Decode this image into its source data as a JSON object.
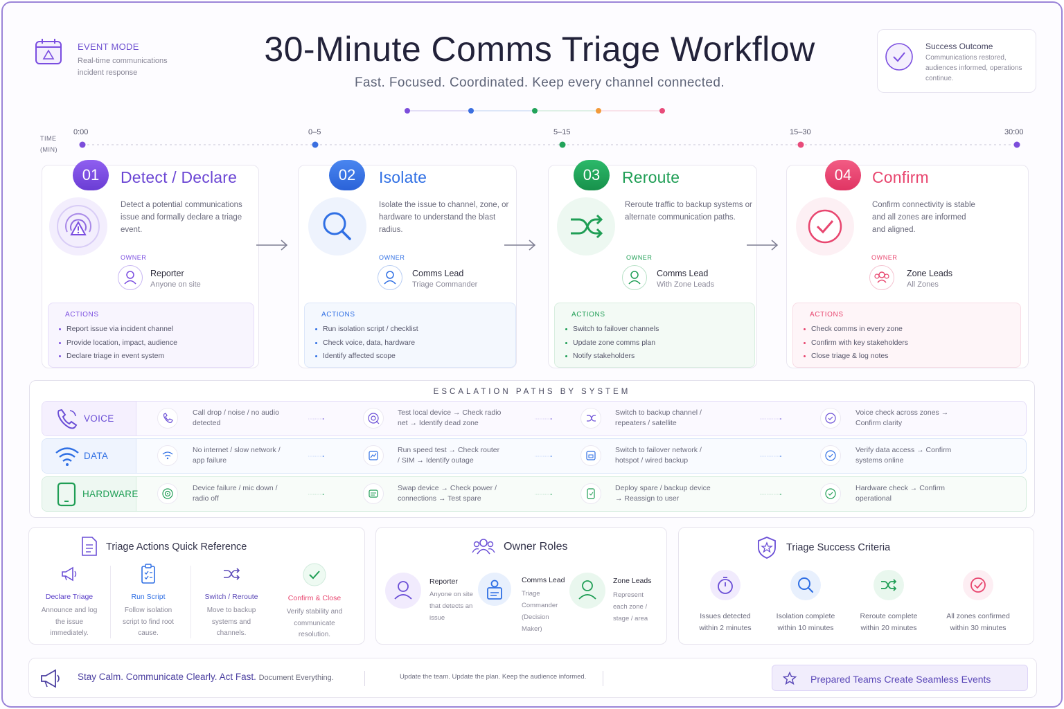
{
  "header": {
    "event_mode_title": "EVENT MODE",
    "event_mode_desc": "Real-time communications incident response",
    "title": "30-Minute Comms Triage Workflow",
    "subtitle": "Fast. Focused. Coordinated. Keep every channel connected.",
    "success_title": "Success Outcome",
    "success_desc": "Communications restored, audiences informed, operations continue.",
    "dot_colors": [
      "#7c4ddb",
      "#3b6fe0",
      "#22a35a",
      "#f29a3a",
      "#e84b7a"
    ]
  },
  "timeline": {
    "label_line1": "TIME",
    "label_line2": "(MIN)",
    "ticks": [
      "0:00",
      "0–5",
      "5–15",
      "15–30",
      "30:00"
    ]
  },
  "phases": [
    {
      "number": "01",
      "title": "Detect / Declare",
      "color": "#7a4de0",
      "desc": "Detect a potential communications issue and formally declare a triage event.",
      "icon": "alert-broadcast-icon",
      "owner_heading": "OWNER",
      "owner_name": "Reporter",
      "owner_sub": "Anyone on site",
      "actions_heading": "ACTIONS",
      "actions": [
        "Report issue via incident channel",
        "Provide location, impact, audience",
        "Declare triage in event system"
      ]
    },
    {
      "number": "02",
      "title": "Isolate",
      "color": "#2f6fe4",
      "desc": "Isolate the issue to channel, zone, or hardware to understand the blast radius.",
      "icon": "search-icon",
      "owner_heading": "OWNER",
      "owner_name": "Comms Lead",
      "owner_sub": "Triage Commander",
      "actions_heading": "ACTIONS",
      "actions": [
        "Run isolation script / checklist",
        "Check voice, data, hardware",
        "Identify affected scope"
      ]
    },
    {
      "number": "03",
      "title": "Reroute",
      "color": "#1f9e55",
      "desc": "Reroute traffic to backup systems or alternate communication paths.",
      "icon": "shuffle-icon",
      "owner_heading": "OWNER",
      "owner_name": "Comms Lead",
      "owner_sub": "With Zone Leads",
      "actions_heading": "ACTIONS",
      "actions": [
        "Switch to failover channels",
        "Update zone comms plan",
        "Notify stakeholders"
      ]
    },
    {
      "number": "04",
      "title": "Confirm",
      "color": "#e8466f",
      "desc": "Confirm connectivity is stable and all zones are informed and aligned.",
      "icon": "check-circle-icon",
      "owner_heading": "OWNER",
      "owner_name": "Zone Leads",
      "owner_sub": "All Zones",
      "actions_heading": "ACTIONS",
      "actions": [
        "Check comms in every zone",
        "Confirm with key stakeholders",
        "Close triage & log notes"
      ]
    }
  ],
  "escalation": {
    "title": "ESCALATION PATHS BY SYSTEM",
    "rows": [
      {
        "system": "VOICE",
        "color": "#6a4ed6",
        "steps": [
          "Call drop / noise / no audio detected",
          "Test local device → Check radio net → Identify dead zone",
          "Switch to backup channel / repeaters / satellite",
          "Voice check across zones → Confirm clarity"
        ]
      },
      {
        "system": "DATA",
        "color": "#2f6fe4",
        "steps": [
          "No internet / slow network / app failure",
          "Run speed test → Check router / SIM → Identify outage",
          "Switch to failover network / hotspot / wired backup",
          "Verify data access → Confirm systems online"
        ]
      },
      {
        "system": "HARDWARE",
        "color": "#1f9e55",
        "steps": [
          "Device failure / mic down / radio off",
          "Swap device → Check power / connections → Test spare",
          "Deploy spare / backup device → Reassign to user",
          "Hardware check → Confirm operational"
        ]
      }
    ]
  },
  "quick_ref": {
    "title": "Triage Actions Quick Reference",
    "items": [
      {
        "name": "Declare Triage",
        "desc": "Announce and log the issue immediately.",
        "color": "#6a4ed6"
      },
      {
        "name": "Run Script",
        "desc": "Follow isolation script to find root cause.",
        "color": "#2f6fe4"
      },
      {
        "name": "Switch / Reroute",
        "desc": "Move to backup systems and channels.",
        "color": "#5b49b8"
      },
      {
        "name": "Confirm & Close",
        "desc": "Verify stability and communicate resolution.",
        "color": "#e8466f"
      }
    ]
  },
  "owner_roles": {
    "title": "Owner Roles",
    "roles": [
      {
        "name": "Reporter",
        "desc": "Anyone on site that detects an issue"
      },
      {
        "name": "Comms Lead",
        "desc": "Triage Commander (Decision Maker)"
      },
      {
        "name": "Zone Leads",
        "desc": "Represent each zone / stage / area"
      }
    ]
  },
  "criteria": {
    "title": "Triage Success Criteria",
    "items": [
      {
        "desc": "Issues detected within 2 minutes"
      },
      {
        "desc": "Isolation complete within 10 minutes"
      },
      {
        "desc": "Reroute complete within 20 minutes"
      },
      {
        "desc": "All zones confirmed within 30 minutes"
      }
    ]
  },
  "footer": {
    "main": "Stay Calm. Communicate Clearly. Act Fast.",
    "doc": "Document Everything.",
    "mid": "Update the team. Update the plan. Keep the audience informed.",
    "tagline": "Prepared Teams Create Seamless Events"
  }
}
